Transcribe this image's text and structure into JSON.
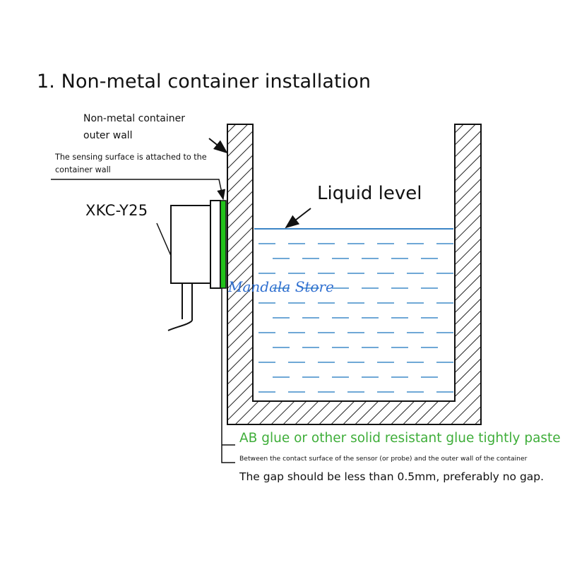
{
  "title": "1. Non-metal container installation",
  "labels": {
    "container_wall": [
      "Non-metal container",
      "outer wall"
    ],
    "sensing_surface": [
      "The sensing surface is attached to the",
      "container wall"
    ],
    "sensor_model": "XKC-Y25",
    "liquid_level": "Liquid level"
  },
  "notes": {
    "glue": "AB glue or other solid resistant glue tightly paste",
    "contact": "Between the contact surface of the sensor (or probe) and the outer wall of the container",
    "gap": "The gap should be less than 0.5mm, preferably no gap."
  },
  "watermark": "Mandala Store",
  "colors": {
    "glue": "#3fae3a",
    "sensing_strip": "#22c21a",
    "water_dash": "#6fa8d6",
    "liquid_line": "#3d85c6",
    "watermark": "#2f6fd0",
    "line": "#111111"
  }
}
